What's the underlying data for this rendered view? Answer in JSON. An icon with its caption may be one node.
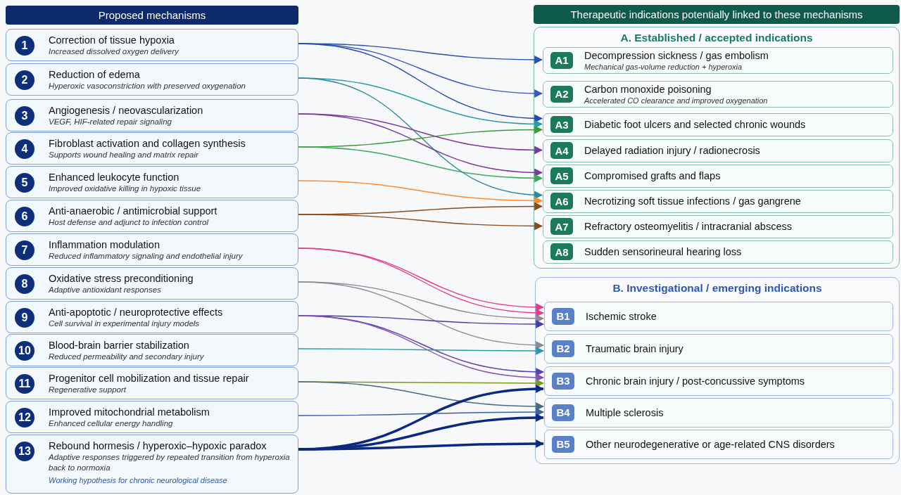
{
  "diagram": {
    "nodes": [
      {
        "text": [
          "Proposed mechanisms"
        ]
      },
      {
        "text": [
          "1",
          "Correction of tissue hypoxia",
          "Increased dissolved oxygen delivery"
        ]
      },
      {
        "text": [
          "2",
          "Reduction of edema",
          "Hyperoxic vasoconstriction with preserved oxygenation"
        ]
      },
      {
        "text": [
          "3",
          "Angiogenesis / neovascularization",
          "VEGF, HIF-related repair signaling"
        ]
      },
      {
        "text": [
          "4",
          "Fibroblast activation and collagen synthesis",
          "Supports wound healing and matrix repair"
        ]
      },
      {
        "text": [
          "5",
          "Enhanced leukocyte function",
          "Improved oxidative killing in hypoxic tissue"
        ]
      },
      {
        "text": [
          "6",
          "Anti-anaerobic / antimicrobial support",
          "Host defense and adjunct to infection control"
        ]
      },
      {
        "text": [
          "7",
          "Inflammation modulation",
          "Reduced inflammatory signaling and endothelial injury"
        ]
      },
      {
        "text": [
          "8",
          "Oxidative stress preconditioning",
          "Adaptive antioxidant responses"
        ]
      },
      {
        "text": [
          "9",
          "Anti-apoptotic / neuroprotective effects",
          "Cell survival in experimental injury models"
        ]
      },
      {
        "text": [
          "10",
          "Blood-brain barrier stabilization",
          "Reduced permeability and secondary injury"
        ]
      },
      {
        "text": [
          "11",
          "Progenitor cell mobilization and tissue repair",
          "Regenerative support"
        ]
      },
      {
        "text": [
          "12",
          "Improved mitochondrial metabolism",
          "Enhanced cellular energy handling"
        ]
      },
      {
        "text": [
          "13",
          "Rebound hormesis / hyperoxic–hypoxic paradox",
          "Adaptive responses triggered by repeated transition from hyperoxia back to normoxia",
          "Working hypothesis for chronic neurological disease"
        ]
      },
      {
        "text": [
          "Therapeutic indications potentially linked to these mechanisms"
        ]
      },
      {
        "text": [
          "A. Established / accepted indications"
        ]
      },
      {
        "text": [
          "A1",
          "Decompression sickness / gas embolism",
          "Mechanical gas-volume reduction + hyperoxia"
        ],
        "in": 15
      },
      {
        "text": [
          "A2",
          "Carbon monoxide poisoning",
          "Accelerated CO clearance and improved oxygenation"
        ],
        "in": 15
      },
      {
        "text": [
          "A3",
          "Diabetic foot ulcers and selected chronic wounds"
        ],
        "in": 15
      },
      {
        "text": [
          "A4",
          "Delayed radiation injury / radionecrosis"
        ],
        "in": 15
      },
      {
        "text": [
          "A5",
          "Compromised grafts and flaps"
        ],
        "in": 15
      },
      {
        "text": [
          "A6",
          "Necrotizing soft tissue infections / gas gangrene"
        ],
        "in": 15
      },
      {
        "text": [
          "A7",
          "Refractory osteomyelitis / intracranial abscess"
        ],
        "in": 15
      },
      {
        "text": [
          "A8",
          "Sudden sensorineural hearing loss"
        ],
        "in": 15
      },
      {
        "text": [
          "B. Investigational / emerging indications"
        ]
      },
      {
        "text": [
          "B1",
          "Ischemic stroke"
        ],
        "in": 24
      },
      {
        "text": [
          "B2",
          "Traumatic brain injury"
        ],
        "in": 24
      },
      {
        "text": [
          "B3",
          "Chronic brain injury / post-concussive symptoms"
        ],
        "in": 24
      },
      {
        "text": [
          "B4",
          "Multiple sclerosis"
        ],
        "in": 24
      },
      {
        "text": [
          "B5",
          "Other neurodegenerative or age-related CNS disorders"
        ],
        "in": 24
      }
    ],
    "edges": [
      {
        "from": 1,
        "to": 16,
        "arrow": "to",
        "color": "#2a4fb5"
      },
      {
        "from": 1,
        "to": 17,
        "arrow": "to",
        "color": "#3a56c0"
      },
      {
        "from": 1,
        "to": 18,
        "arrow": "to",
        "color": "#2447b0"
      },
      {
        "from": 2,
        "to": 18,
        "arrow": "to",
        "color": "#2a9aa8"
      },
      {
        "from": 2,
        "to": 21,
        "arrow": "to",
        "color": "#2a8a9a"
      },
      {
        "from": 3,
        "to": 19,
        "arrow": "to",
        "color": "#7b3a9a"
      },
      {
        "from": 3,
        "to": 20,
        "arrow": "to",
        "color": "#7a3aa0"
      },
      {
        "from": 4,
        "to": 18,
        "arrow": "to",
        "color": "#3a9a3a"
      },
      {
        "from": 4,
        "to": 20,
        "arrow": "to",
        "color": "#3aaa5a"
      },
      {
        "from": 5,
        "to": 21,
        "arrow": "to",
        "color": "#ff8a2a"
      },
      {
        "from": 6,
        "to": 21,
        "arrow": "to",
        "color": "#8b4a1a"
      },
      {
        "from": 6,
        "to": 22,
        "arrow": "to",
        "color": "#8b4a1a"
      },
      {
        "from": 7,
        "to": 25,
        "arrow": "to",
        "color": "#e0408a"
      },
      {
        "from": 7,
        "to": 25,
        "arrow": "to",
        "color": "#e0408a"
      },
      {
        "from": 8,
        "to": 25,
        "arrow": "to",
        "color": "#8a8a90"
      },
      {
        "from": 8,
        "to": 26,
        "arrow": "to",
        "color": "#8a8a90"
      },
      {
        "from": 9,
        "to": 25,
        "arrow": "to",
        "color": "#4a3aa8"
      },
      {
        "from": 9,
        "to": 27,
        "arrow": "to",
        "color": "#5a40b0"
      },
      {
        "from": 9,
        "to": 27,
        "arrow": "to",
        "color": "#8a50b0"
      },
      {
        "from": 10,
        "to": 26,
        "arrow": "to",
        "color": "#2a9aa8"
      },
      {
        "from": 11,
        "to": 27,
        "arrow": "to",
        "color": "#7a9a1a"
      },
      {
        "from": 11,
        "to": 28,
        "arrow": "to",
        "color": "#4a6a80"
      },
      {
        "from": 12,
        "to": 28,
        "arrow": "to",
        "color": "#3a60a0"
      },
      {
        "from": 13,
        "to": 27,
        "arrow": "to",
        "color": "#0a2a80",
        "style": "thick"
      },
      {
        "from": 13,
        "to": 28,
        "arrow": "to",
        "color": "#0a2a80",
        "style": "thick"
      },
      {
        "from": 13,
        "to": 29,
        "arrow": "to",
        "color": "#0a2a80",
        "style": "thick"
      }
    ]
  }
}
